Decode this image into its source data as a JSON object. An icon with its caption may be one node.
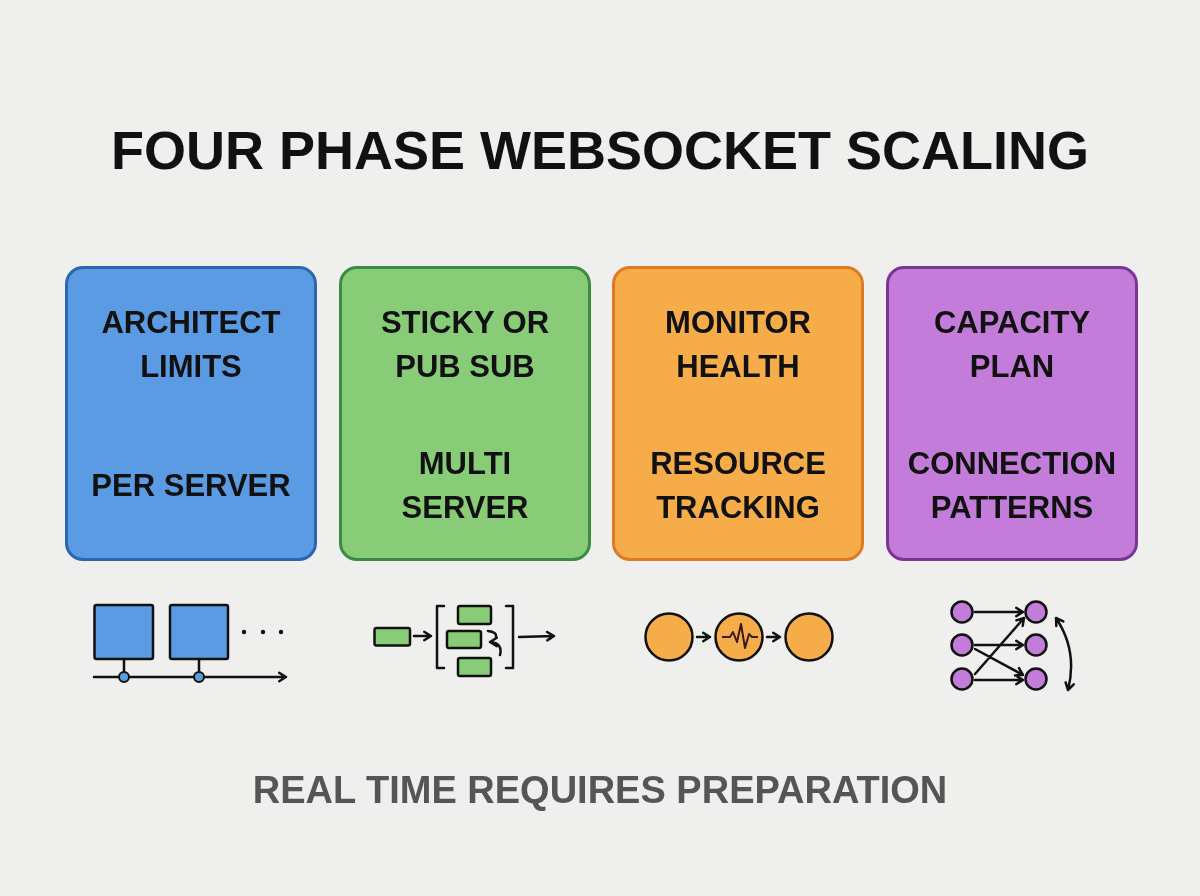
{
  "diagram": {
    "title": "FOUR PHASE WEBSOCKET SCALING",
    "caption": "REAL TIME REQUIRES PREPARATION",
    "nodes": [
      {
        "text": [
          "ARCHITECT LIMITS",
          "PER SERVER"
        ]
      },
      {
        "text": [
          "STICKY OR PUB SUB",
          "MULTI SERVER"
        ]
      },
      {
        "text": [
          "MONITOR HEALTH",
          "RESOURCE TRACKING"
        ]
      },
      {
        "text": [
          "CAPACITY PLAN",
          "CONNECTION PATTERNS"
        ]
      }
    ]
  }
}
